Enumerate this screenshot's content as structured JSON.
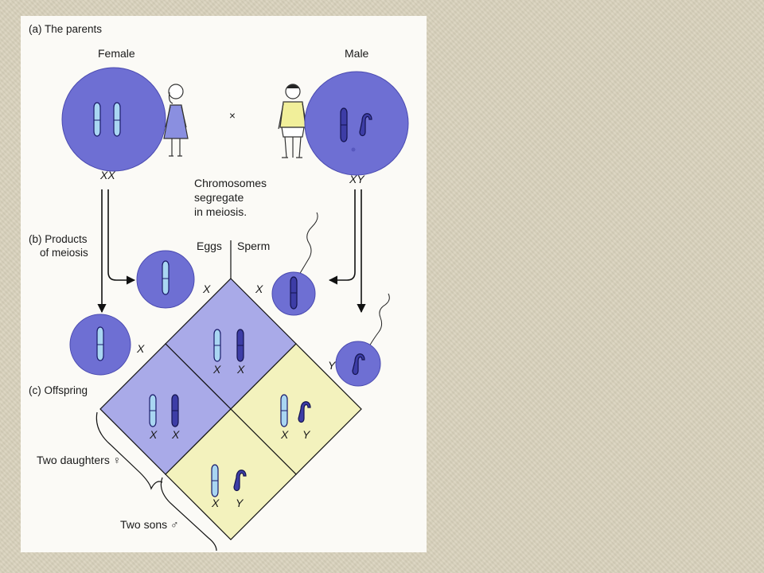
{
  "parents": {
    "heading": "(a) The parents",
    "female_label": "Female",
    "male_label": "Male",
    "female_genotype": "XX",
    "male_genotype": "XY",
    "cross_symbol": "×"
  },
  "meiosis_note": [
    "Chromosomes",
    "segregate",
    "in meiosis."
  ],
  "products": {
    "heading": [
      "(b) Products",
      "of meiosis"
    ],
    "eggs_label": "Eggs",
    "sperm_label": "Sperm",
    "egg_1": "X",
    "egg_2": "X",
    "sperm_1": "X",
    "sperm_2": "Y"
  },
  "offspring": {
    "heading": "(c) Offspring",
    "cells": [
      {
        "left": "X",
        "right": "X"
      },
      {
        "left": "X",
        "right": "X"
      },
      {
        "left": "X",
        "right": "Y"
      },
      {
        "left": "X",
        "right": "Y"
      }
    ],
    "daughters_label": "Two daughters ♀",
    "sons_label": "Two sons ♂"
  },
  "colors": {
    "cell_fill": "#6e6fd3",
    "x_chromosome": "#a9d6f2",
    "y_chromosome": "#3d3da6",
    "daughter_cell": "#a9aae8",
    "son_cell": "#f3f2bd"
  }
}
